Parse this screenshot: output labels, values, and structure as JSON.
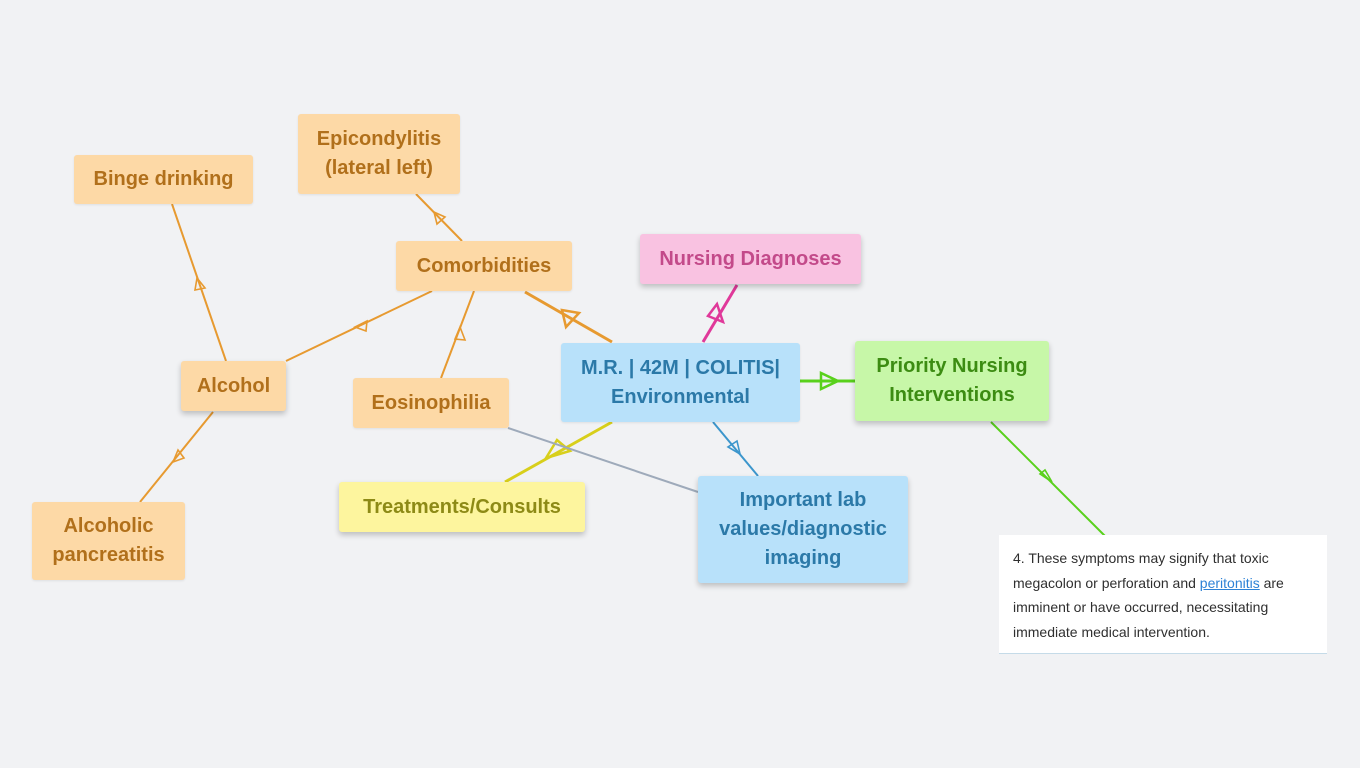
{
  "colors": {
    "orange_line": "#e79a30",
    "pink_line": "#e0399a",
    "green_line": "#59d11c",
    "yellow_line": "#d8cf1b",
    "blue_line": "#3c96cc",
    "gray_line": "#9eaaba"
  },
  "nodes": {
    "central": "M.R. | 42M | COLITIS| Environmental",
    "nursing_diagnoses": "Nursing Diagnoses",
    "priority_interventions": "Priority Nursing Interventions",
    "lab_values": "Important lab values/diagnostic imaging",
    "treatments": "Treatments/Consults",
    "comorbidities": "Comorbidities",
    "epicondylitis": "Epicondylitis (lateral left)",
    "eosinophilia": "Eosinophilia",
    "alcohol": "Alcohol",
    "binge_drinking": "Binge drinking",
    "pancreatitis": "Alcoholic pancreatitis"
  },
  "note": {
    "before": "4. These symptoms may signify that toxic megacolon or perforation and ",
    "link": "peritonitis",
    "after": " are imminent or have occurred, necessitating immediate medical intervention."
  },
  "edges": [
    {
      "from": "central",
      "to": "comorbidities",
      "color": "orange_line"
    },
    {
      "from": "central",
      "to": "nursing_diagnoses",
      "color": "pink_line"
    },
    {
      "from": "central",
      "to": "priority_interventions",
      "color": "green_line"
    },
    {
      "from": "central",
      "to": "lab_values",
      "color": "blue_line"
    },
    {
      "from": "central",
      "to": "treatments",
      "color": "yellow_line"
    },
    {
      "from": "comorbidities",
      "to": "epicondylitis",
      "color": "orange_line"
    },
    {
      "from": "comorbidities",
      "to": "eosinophilia",
      "color": "orange_line"
    },
    {
      "from": "comorbidities",
      "to": "alcohol",
      "color": "orange_line"
    },
    {
      "from": "alcohol",
      "to": "binge_drinking",
      "color": "orange_line"
    },
    {
      "from": "alcohol",
      "to": "pancreatitis",
      "color": "orange_line"
    },
    {
      "from": "priority_interventions",
      "to": "note",
      "color": "green_line"
    },
    {
      "from": "eosinophilia",
      "to": "lab_values",
      "color": "gray_line"
    }
  ]
}
